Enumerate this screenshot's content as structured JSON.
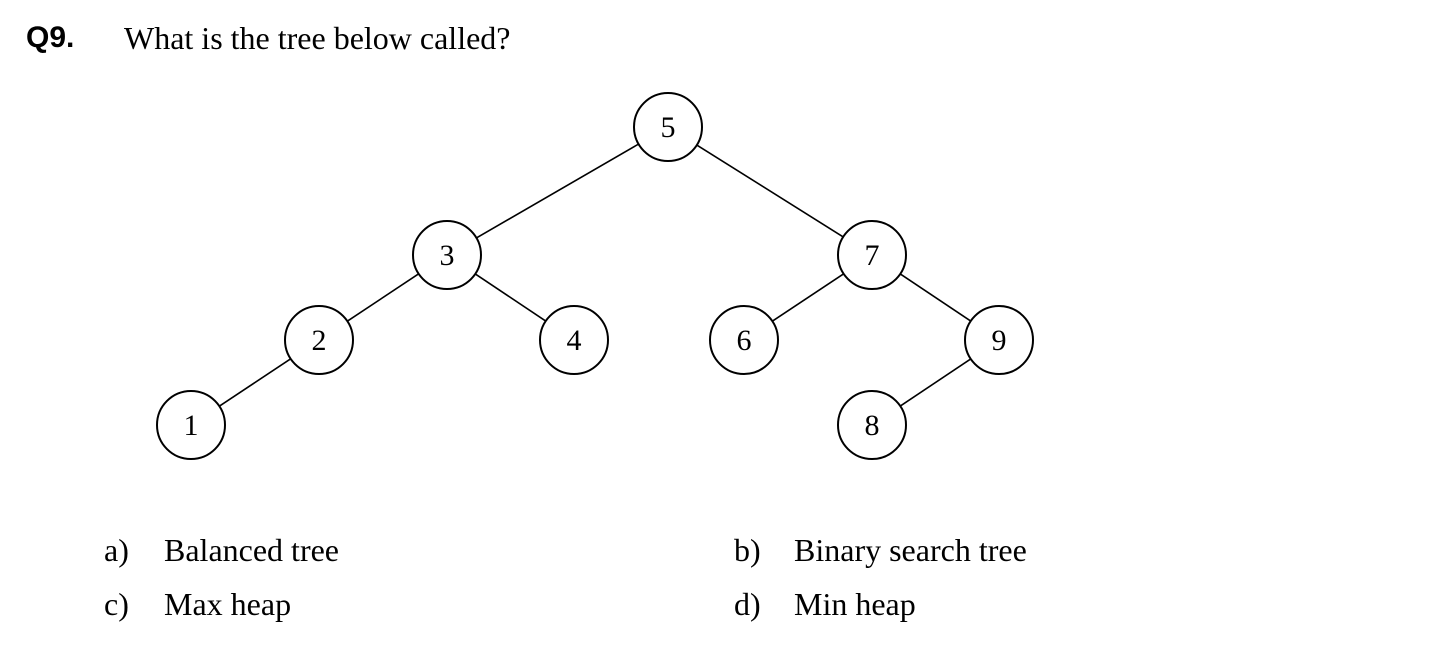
{
  "question": {
    "number": "Q9.",
    "text": "What is the tree below called?"
  },
  "tree": {
    "nodes": [
      {
        "id": "n5",
        "label": "5"
      },
      {
        "id": "n3",
        "label": "3"
      },
      {
        "id": "n7",
        "label": "7"
      },
      {
        "id": "n2",
        "label": "2"
      },
      {
        "id": "n4",
        "label": "4"
      },
      {
        "id": "n6",
        "label": "6"
      },
      {
        "id": "n9",
        "label": "9"
      },
      {
        "id": "n1",
        "label": "1"
      },
      {
        "id": "n8",
        "label": "8"
      }
    ],
    "edges": [
      {
        "from": "n5",
        "to": "n3"
      },
      {
        "from": "n5",
        "to": "n7"
      },
      {
        "from": "n3",
        "to": "n2"
      },
      {
        "from": "n3",
        "to": "n4"
      },
      {
        "from": "n2",
        "to": "n1"
      },
      {
        "from": "n7",
        "to": "n6"
      },
      {
        "from": "n7",
        "to": "n9"
      },
      {
        "from": "n9",
        "to": "n8"
      }
    ]
  },
  "options": [
    {
      "letter": "a)",
      "text": "Balanced tree"
    },
    {
      "letter": "b)",
      "text": "Binary search tree"
    },
    {
      "letter": "c)",
      "text": "Max heap"
    },
    {
      "letter": "d)",
      "text": "Min heap"
    }
  ]
}
